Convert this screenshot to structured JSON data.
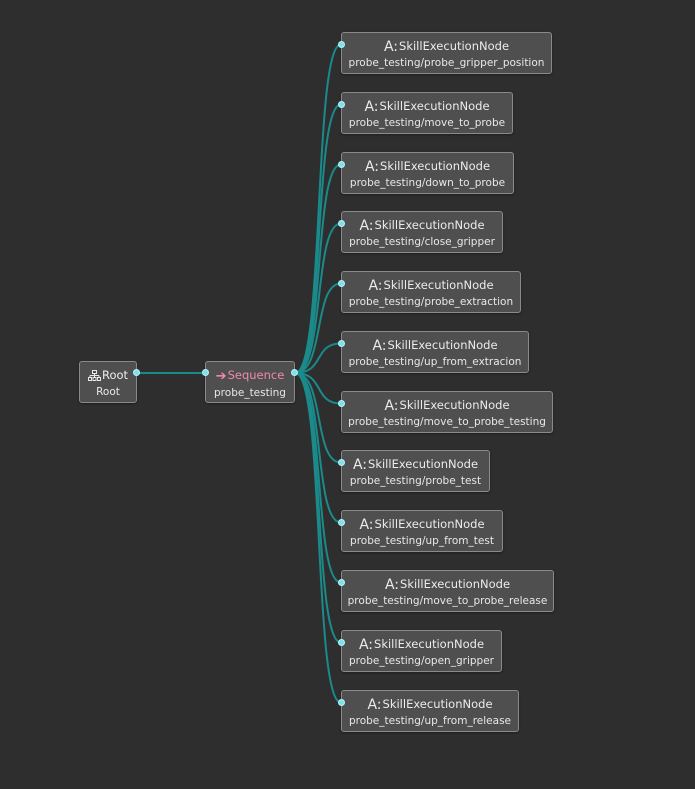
{
  "root": {
    "title": "Root",
    "name": "Root",
    "icon": "tree-icon"
  },
  "sequence": {
    "title": "Sequence",
    "name": "probe_testing",
    "icon": "arrow-right-icon"
  },
  "skills": [
    {
      "title": "SkillExecutionNode",
      "name": "probe_testing/probe_gripper_position"
    },
    {
      "title": "SkillExecutionNode",
      "name": "probe_testing/move_to_probe"
    },
    {
      "title": "SkillExecutionNode",
      "name": "probe_testing/down_to_probe"
    },
    {
      "title": "SkillExecutionNode",
      "name": "probe_testing/close_gripper"
    },
    {
      "title": "SkillExecutionNode",
      "name": "probe_testing/probe_extraction"
    },
    {
      "title": "SkillExecutionNode",
      "name": "probe_testing/up_from_extracion"
    },
    {
      "title": "SkillExecutionNode",
      "name": "probe_testing/move_to_probe_testing"
    },
    {
      "title": "SkillExecutionNode",
      "name": "probe_testing/probe_test"
    },
    {
      "title": "SkillExecutionNode",
      "name": "probe_testing/up_from_test"
    },
    {
      "title": "SkillExecutionNode",
      "name": "probe_testing/move_to_probe_release"
    },
    {
      "title": "SkillExecutionNode",
      "name": "probe_testing/open_gripper"
    },
    {
      "title": "SkillExecutionNode",
      "name": "probe_testing/up_from_release"
    }
  ],
  "colors": {
    "background": "#2e2e2e",
    "node_fill": "#4f4f4f",
    "edge": "#1a8a8a",
    "port": "#7fe0ec",
    "sequence_accent": "#f08aa8"
  }
}
